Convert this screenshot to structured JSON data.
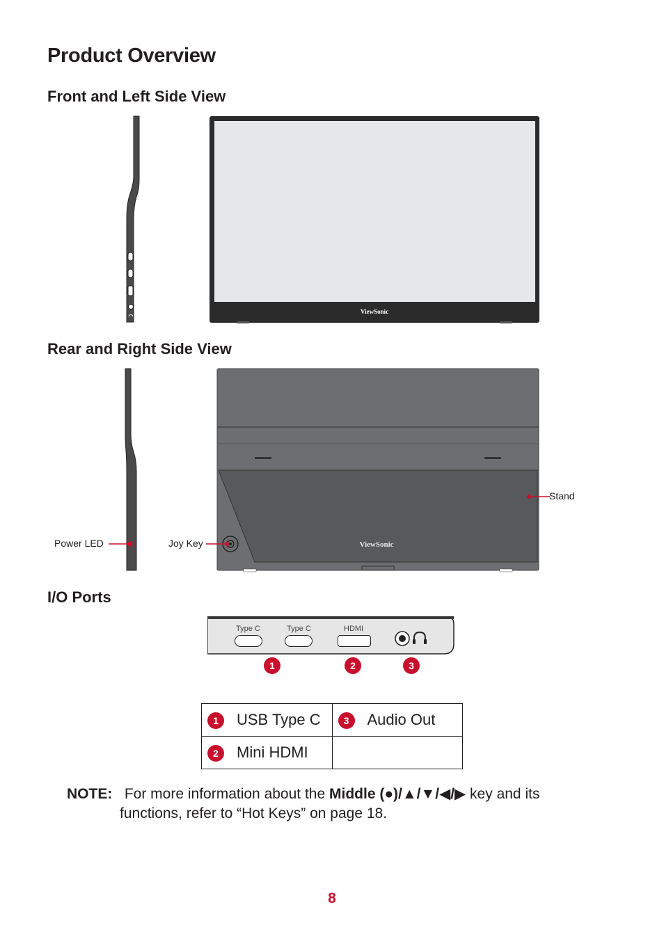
{
  "page_title": "Product Overview",
  "sections": {
    "front": "Front and Left Side View",
    "rear": "Rear and Right Side View",
    "io": "I/O Ports"
  },
  "brand": "ViewSonic",
  "callouts": {
    "stand": "Stand",
    "power_led": "Power LED",
    "joy_key": "Joy Key"
  },
  "ports": {
    "type_c_1": "Type C",
    "type_c_2": "Type C",
    "hdmi": "HDMI"
  },
  "badges": [
    "1",
    "2",
    "3"
  ],
  "legend": {
    "item1": {
      "num": "1",
      "label": "USB Type C"
    },
    "item2": {
      "num": "2",
      "label": "Mini HDMI"
    },
    "item3": {
      "num": "3",
      "label": "Audio Out"
    }
  },
  "note": {
    "label": "NOTE:",
    "text_before": "For more information about the ",
    "bold": "Middle (●)/▲/▼/◀/▶",
    "text_after": " key and its",
    "line2": "functions, refer to “Hot Keys” on page 18."
  },
  "page_number": "8",
  "colors": {
    "accent": "#c8102e",
    "bezel": "#2b2b2b",
    "rear_body": "#6d6e71",
    "stand": "#58595b"
  }
}
